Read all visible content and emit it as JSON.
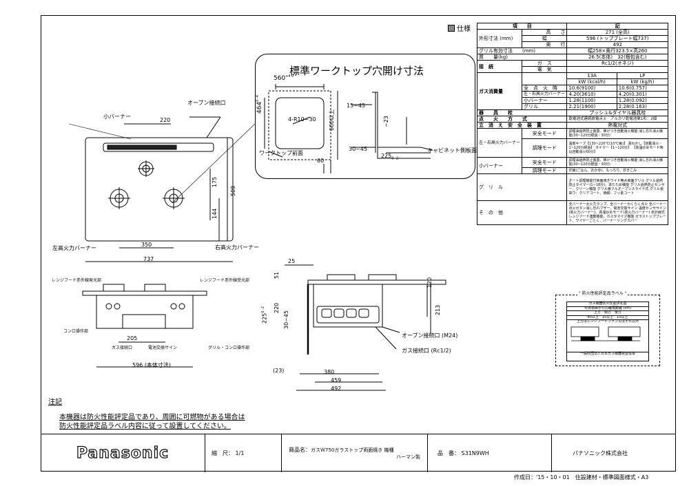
{
  "section": {
    "label": "仕様"
  },
  "spec": {
    "header": {
      "item": "項　　目",
      "value": "記"
    },
    "dims_label": "外形寸法 (mm)",
    "height_label": "高　　さ",
    "height": "271 (全高)",
    "width_label": "幅",
    "width": "596 (トップブレート幅737)",
    "depth_label": "奥　　行",
    "depth": "492",
    "grill_size_label": "グリル有効寸法　　(mm)",
    "grill_size": "幅258×奥行323.5×高260",
    "mass_label": "質　　量(kg)",
    "mass": "26.5(本体)　32(梱包含む)",
    "conn_label": "接　続",
    "gas_label": "ガ　ス",
    "gas_value": "Rc1/2(オネジ)",
    "elec_label": "電　気",
    "elec_value": "",
    "gas13a": "13A",
    "gaslp": "LP",
    "unit13a": "kW (kcal/h)",
    "unitlp": "kW (kg/h)",
    "consumption_label": "ガス消費量",
    "rows": [
      {
        "name": "全　点　火　時",
        "a": "10.6(9100)",
        "b": "10.6(0.757)"
      },
      {
        "name": "左・右高火力バーナー",
        "a": "4.20(3610)",
        "b": "4.20(0.301)"
      },
      {
        "name": "小バーナー",
        "a": "1.28(1100)",
        "b": "1.28(0.092)"
      },
      {
        "name": "グリル",
        "a": "2.21(1900)",
        "b": "2.28(0.163)"
      }
    ],
    "utensil_label": "器　　具　　栓",
    "utensil": "プッシュ&ダイヤル器具栓",
    "ignition_label": "点　　火　　方　　式",
    "ignition": "乾電池式連続放電点火　アルカリ乾電池単1形：2個",
    "safety_label": "立　消　え　安　全　装　置",
    "safety": "熱電対式",
    "lr_label": "左・右高火力バーナー",
    "safe_mode": "安全モード",
    "control_mode": "調理モード",
    "lr_safe": "調理油過熱防止装置、焦げつき自動消火機能 消し忘れ消火機能(30~120分経過・30分)",
    "lr_control": "温度キープ【130~220℃(10℃毎)】 湯わかし【自動消火・1~120分経過】 タイマー【1~120分】 【高温炒めモード時は自動消火60分】",
    "small_label": "小バーナー",
    "small_safe": "調理油過熱防止装置、焦げつき自動消火機能 消し忘れ消火機能(30~120分経過・30分)",
    "small_control": "炊飯(ごはん、おかゆ)、もっちり、炊きこみ",
    "grill_label": "グ　リ　ル",
    "grill": "オート調理機能付両面焼きワイド無水両面グリル グリル過熱防止タイマー(1~18分)、あたため機能 グリル過熱防止センサー、クリーン機能 グリル扉フルオープンスライド式 グリル受皿ウ：クリアコート、焼網：フッ素コート",
    "other_label": "そ　の　他",
    "other": "全バーナー大火力ランプ、全バーナーかくらく点火 全バーナー点火ボタン消し忘れブザー、電池交換サイン 温度センササイン(高火力バーナー)、高温炒めモード(高火力バーナー) 赤外線式レンジフード連動機能、カスタマイズ機能 ガラストップブレート、ワイヤーごとく、バーナーリングカバー"
  },
  "cutout": {
    "title": "標準ワークトップ穴開け寸法",
    "w": "560",
    "w_tol": "+4 0",
    "h": "464",
    "h_tol": "0 -4",
    "r": "4-R10~30",
    "d600": "600以上",
    "d60": "60",
    "label": "ワークトップ前面",
    "cab": "キャビネット側板面",
    "d15_45": "15~45",
    "d30_45": "30~45",
    "d23": "~23",
    "d225": "225",
    "d225_tol": "0 -2"
  },
  "plan": {
    "oven_port": "オーブン接続口",
    "small_burner": "小バーナー",
    "left_burner": "左高火力バーナー",
    "right_burner": "右高火力バーナー",
    "d220": "220",
    "d350": "350",
    "d737": "737",
    "d175": "175",
    "d144": "144",
    "d509": "509"
  },
  "front": {
    "hood_left": "レンジフード赤外線発光部",
    "hood_right": "レンジフード赤外線受光部",
    "stove_ctrl": "コンロ操作部",
    "gas_port": "ガス接続口",
    "battery": "電池交換サイン",
    "grill_ctrl": "グリル・コンロ操作部",
    "d205": "205",
    "d596": "596 (本体寸法)"
  },
  "side": {
    "d25": "25",
    "d51": "51",
    "d220": "220",
    "d225": "225",
    "d225_tol": "0 -2",
    "d30_45": "30~45",
    "d120": "120",
    "d213": "213",
    "d23": "(23)",
    "d380": "380",
    "d459": "459",
    "d492": "492",
    "oven_conn": "オーブン接続口 (M24)",
    "gas_conn": "ガス接続口 (Rc1/2)"
  },
  "label_box": {
    "title": "\" 防火性能評定品ラベル \"",
    "header": "ガス機器防火性能評定品",
    "sub": "可燃物等からの離隔距離 (cm)",
    "cols": "上方　側方　後方",
    "vals": "80以上　15以上　15以上",
    "note": "上方はレンジフードファン又はそれ以外",
    "footer": "一般財団法人日本ガス機器検査協会"
  },
  "note": {
    "title": "注記",
    "line1": "本機器は防火性能評定品であり、周囲に可燃物がある場合は",
    "line2": "防火性能評定品ラベル内容に従って設置してください。"
  },
  "title_block": {
    "logo": "Panasonic",
    "scale_label": "縮　尺：",
    "scale": "1/1",
    "product_label": "商品名：",
    "product": "ガスＷ750ガラストップ両面焼き 機種",
    "product2": "ハーマン製",
    "part_label": "品　番：",
    "part": "S31N9WH",
    "company": "パナソニック株式会社"
  },
  "footer": "作成日：'15・10・01　住設建材・標準図面様式・A3"
}
